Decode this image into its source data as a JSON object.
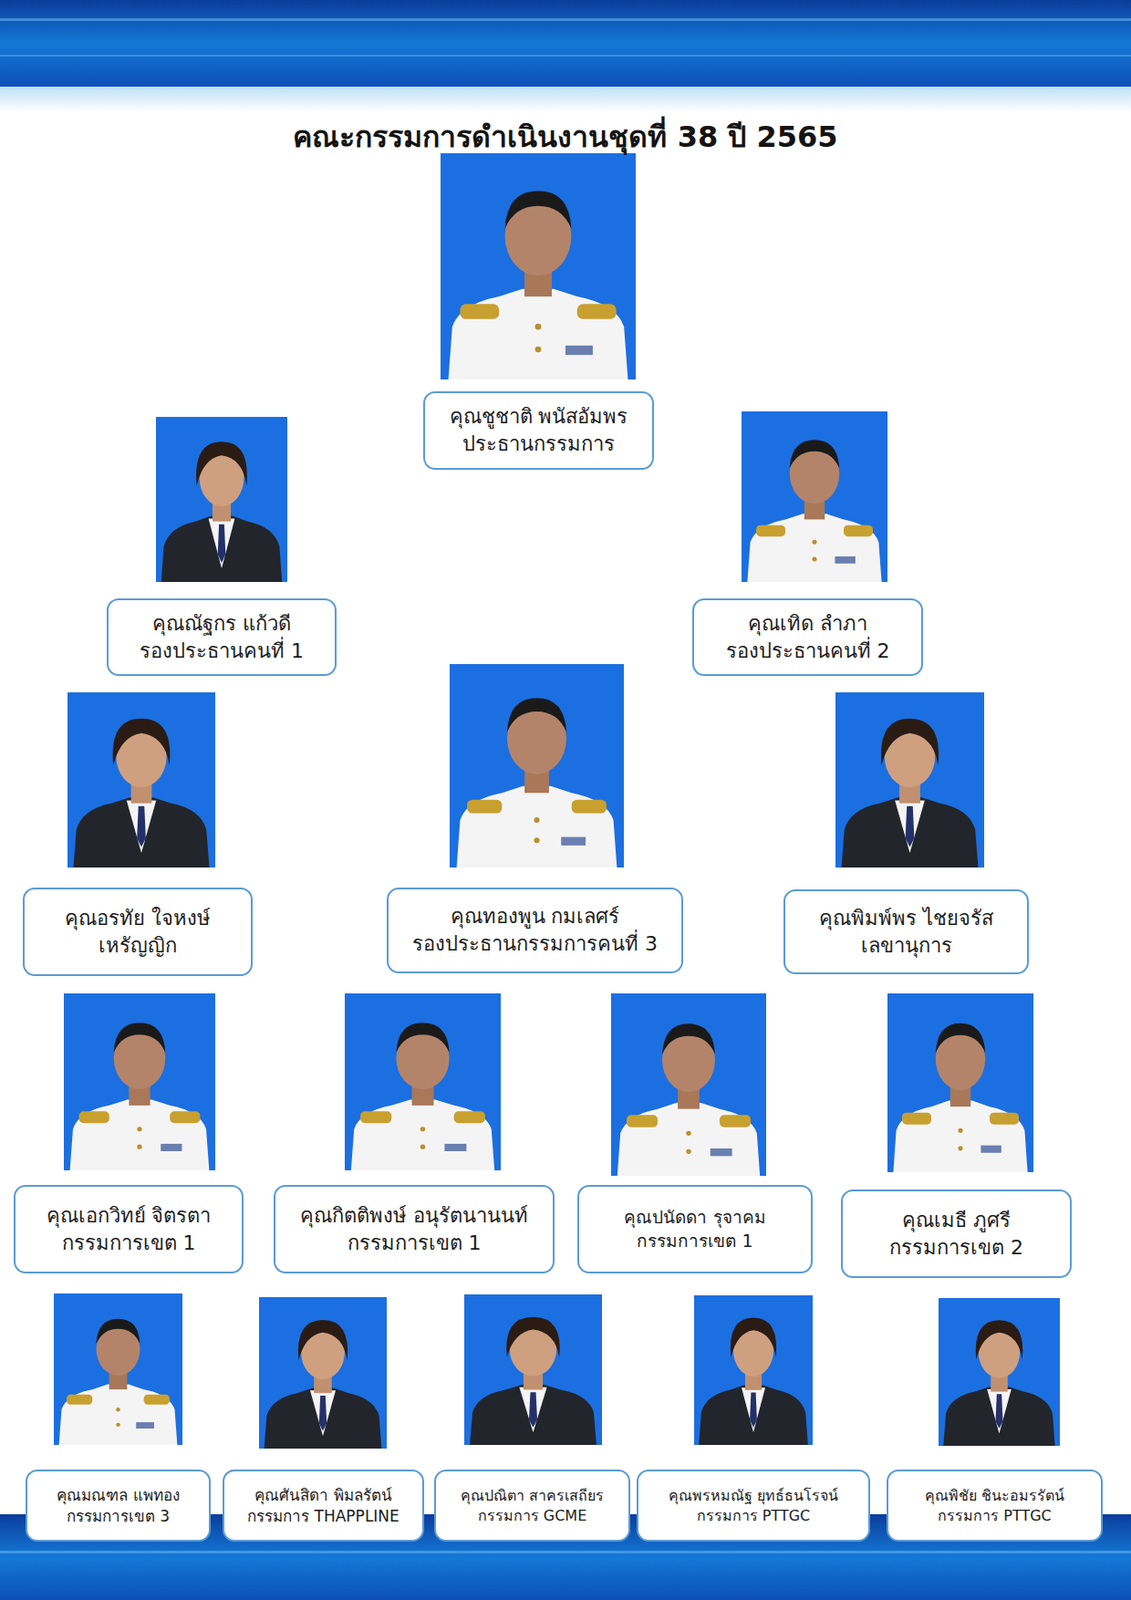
{
  "diagram": {
    "title": "คณะกรรมการดำเนินงานชุดที่ 38 ปี 2565",
    "nodes": [
      {
        "text": [
          "คุณชูชาติ พนัสอัมพร",
          "ประธานกรรมการ"
        ]
      },
      {
        "text": [
          "คุณณัฐกร แก้วดี",
          "รองประธานคนที่ 1"
        ]
      },
      {
        "text": [
          "คุณเทิด ลำภา",
          "รองประธานคนที่ 2"
        ]
      },
      {
        "text": [
          "คุณอรทัย ใจหงษ์",
          "เหรัญญิก"
        ]
      },
      {
        "text": [
          "คุณทองพูน กมเลศร์",
          "รองประธานกรรมการคนที่ 3"
        ]
      },
      {
        "text": [
          "คุณพิมพ์พร ไชยจรัส",
          "เลขานุการ"
        ]
      },
      {
        "text": [
          "คุณเอกวิทย์ จิตรตา",
          "กรรมการเขต 1"
        ]
      },
      {
        "text": [
          "คุณกิตติพงษ์ อนุรัตนานนท์",
          "กรรมการเขต 1"
        ]
      },
      {
        "text": [
          "คุณปนัดดา รุจาคม",
          "กรรมการเขต 1"
        ]
      },
      {
        "text": [
          "คุณเมธี ภูศรี",
          "กรรมการเขต 2"
        ]
      },
      {
        "text": [
          "คุณมณฑล แพทอง",
          "กรรมการเขต 3"
        ]
      },
      {
        "text": [
          "คุณศันสิดา พิมลรัตน์",
          "กรรมการ THAPPLINE"
        ]
      },
      {
        "text": [
          "คุณปณิตา สาครเสถียร",
          "กรรมการ GCME"
        ]
      },
      {
        "text": [
          "คุณพรหมณัฐ ยุทธ์ธนโรจน์",
          "กรรมการ PTTGC"
        ]
      },
      {
        "text": [
          "คุณพิชัย ชินะอมรรัตน์",
          "กรรมการ PTTGC"
        ]
      }
    ]
  }
}
